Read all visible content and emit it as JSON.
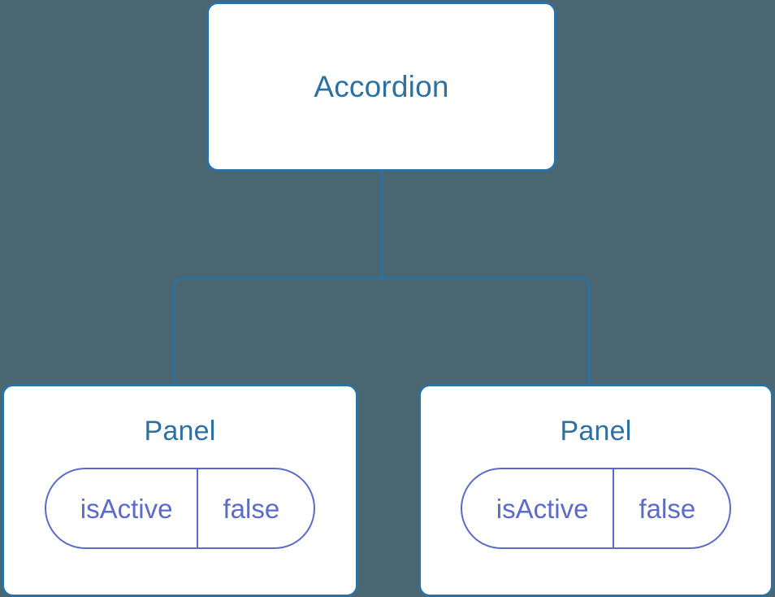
{
  "diagram": {
    "type": "component-tree",
    "background_color": "#4a6670",
    "node_border_color": "#2d71a3",
    "node_fill_color": "#ffffff",
    "node_title_color": "#2d71a3",
    "edge_color": "#2d71a3",
    "state_accent_color": "#5c6bc8"
  },
  "root": {
    "title": "Accordion"
  },
  "children": [
    {
      "title": "Panel",
      "state": {
        "key": "isActive",
        "value": "false"
      }
    },
    {
      "title": "Panel",
      "state": {
        "key": "isActive",
        "value": "false"
      }
    }
  ]
}
